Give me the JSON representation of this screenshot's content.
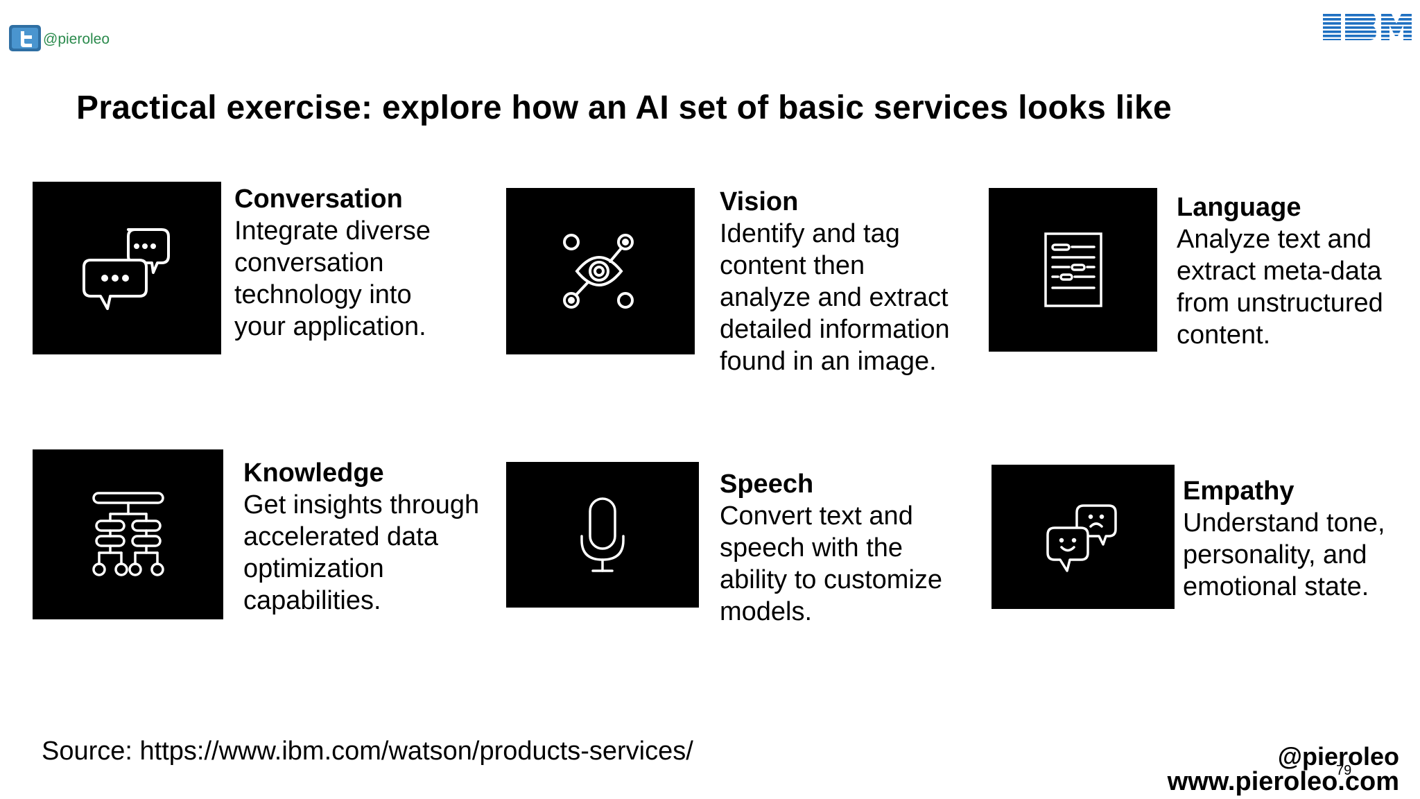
{
  "header": {
    "twitter_handle": "@pieroleo",
    "logo_text": "IBM"
  },
  "title": "Practical exercise: explore how an AI set of basic services looks like",
  "services": [
    {
      "title": "Conversation",
      "description": "Integrate diverse conversation technology into your application.",
      "icon": "chat-bubbles-icon"
    },
    {
      "title": "Vision",
      "description": "Identify and tag content then analyze and extract detailed information found in an image.",
      "icon": "eye-network-icon"
    },
    {
      "title": "Language",
      "description": "Analyze text and extract meta-data from unstructured content.",
      "icon": "document-icon"
    },
    {
      "title": "Knowledge",
      "description": "Get insights through accelerated data optimization capabilities.",
      "icon": "hierarchy-icon"
    },
    {
      "title": "Speech",
      "description": "Convert text and speech with the ability to customize models.",
      "icon": "microphone-icon"
    },
    {
      "title": "Empathy",
      "description": "Understand tone, personality, and emotional state.",
      "icon": "emotion-bubbles-icon"
    }
  ],
  "footer": {
    "source": "Source: https://www.ibm.com/watson/products-services/",
    "handle": "@pieroleo",
    "website": "www.pieroleo.com",
    "page_number": "79"
  },
  "colors": {
    "tile_background": "#000000",
    "icon_stroke": "#ffffff",
    "ibm_blue": "#1f70c1",
    "twitter_blue": "#2f6fa3",
    "handle_green": "#2a8a4c"
  }
}
